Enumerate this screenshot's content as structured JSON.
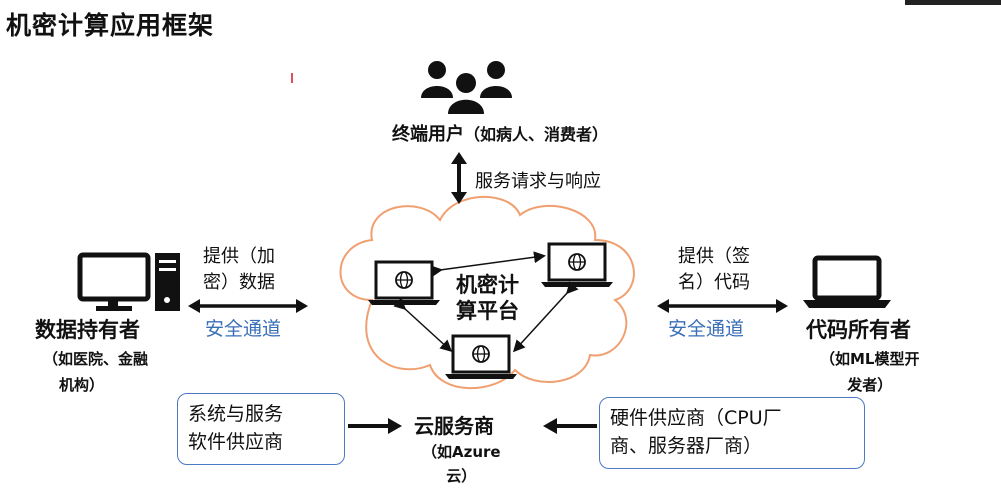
{
  "title": "机密计算应用框架",
  "end_user": {
    "label": "终端用户",
    "sub": "（如病人、消费者）"
  },
  "request_label": "服务请求与响应",
  "platform": {
    "line1": "机密计",
    "line2": "算平台"
  },
  "data_owner": {
    "provide_line1": "提供（加",
    "provide_line2": "密）数据",
    "channel": "安全通道",
    "label": "数据持有者",
    "sub_line1": "（如医院、金融",
    "sub_line2": "机构）"
  },
  "code_owner": {
    "provide_line1": "提供（签",
    "provide_line2": "名）代码",
    "channel": "安全通道",
    "label": "代码所有者",
    "sub_line1": "（如ML模型开",
    "sub_line2": "发者）"
  },
  "cloud_provider": {
    "label": "云服务商",
    "sub_line1": "（如Azure",
    "sub_line2": "云）"
  },
  "software_vendor": {
    "line1": "系统与服务",
    "line2": "软件供应商"
  },
  "hardware_vendor": {
    "line1": "硬件供应商（CPU厂",
    "line2": "商、服务器厂商）"
  },
  "colors": {
    "cloud_stroke": "#f0a070",
    "channel_text": "#3a6fb8",
    "box_border": "#4d79c4"
  },
  "icons": [
    "users-icon",
    "desktop-computer-icon",
    "laptop-icon",
    "globe-laptop-icon"
  ]
}
